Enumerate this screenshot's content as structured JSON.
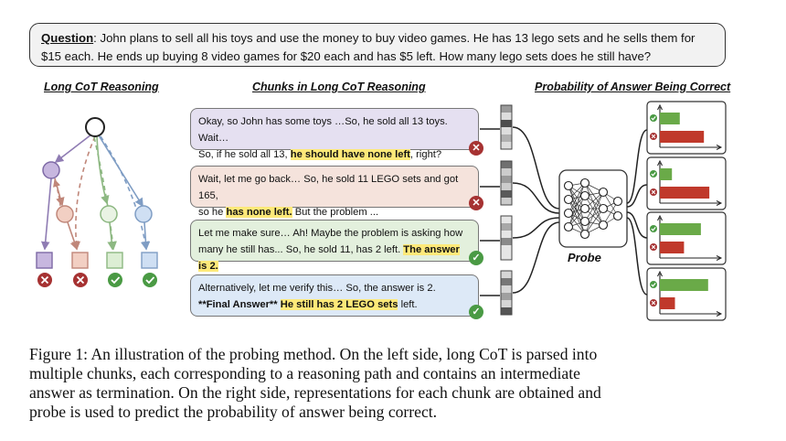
{
  "question": {
    "label": "Question",
    "line1": "John plans to sell all his toys and use the money to buy video games. He has 13 lego sets and he sells them for",
    "line2": "$15 each. He ends up buying 8 video games for $20 each and has $5 left. How many lego sets does he still have?"
  },
  "sections": {
    "left_title": "Long CoT Reasoning",
    "middle_title": "Chunks in Long CoT Reasoning",
    "right_title": "Probability of Answer Being Correct"
  },
  "chunks": [
    {
      "line1": "Okay, so John has some toys …So, he sold all 13 toys. Wait…",
      "line2_pre": "So, if he sold all 13, ",
      "line2_hl": "he should have none left",
      "line2_post": ", right?",
      "correct": false
    },
    {
      "line1": "Wait, let me go back… So, he sold 11 LEGO sets and got 165,",
      "line2_pre": "so he ",
      "line2_hl": "has none left.",
      "line2_post": " But the problem ...",
      "correct": false
    },
    {
      "line1": "Let me make sure… Ah! Maybe the problem is asking how",
      "line2_pre": "many he still has... So, he sold 11, has 2 left. ",
      "line2_hl": "The answer is 2.",
      "line2_post": "",
      "correct": true
    },
    {
      "line1": "Alternatively, let me verify this… So, the answer is 2.",
      "line2_bold": "**Final Answer** ",
      "line2_hl": "He still has 2 LEGO sets",
      "line2_post": " left.",
      "correct": true
    }
  ],
  "probe": {
    "label": "Probe"
  },
  "probabilities": [
    {
      "correct": 0.33,
      "wrong": 0.73
    },
    {
      "correct": 0.2,
      "wrong": 0.82
    },
    {
      "correct": 0.68,
      "wrong": 0.4
    },
    {
      "correct": 0.8,
      "wrong": 0.25
    }
  ],
  "tree": {
    "leaves": [
      {
        "color": "#c7b7df",
        "stroke": "#7e6aa6",
        "correct": false
      },
      {
        "color": "#f2cfc3",
        "stroke": "#c0877a",
        "correct": false
      },
      {
        "color": "#dceed4",
        "stroke": "#8db882",
        "correct": true
      },
      {
        "color": "#cfdff3",
        "stroke": "#7f9dc4",
        "correct": true
      }
    ]
  },
  "colors": {
    "correct_green": "#4a9a44",
    "wrong_red": "#a63232",
    "bar_green": "#6aaa48",
    "bar_red": "#c0392b"
  },
  "caption": {
    "line1": "Figure 1: An illustration of the probing method. On the left side, long CoT is parsed into",
    "line2": "multiple chunks, each corresponding to a reasoning path and contains an intermediate",
    "line3": "answer as termination. On the right side, representations for each chunk are obtained and",
    "line4": "probe is used to predict the probability of answer being correct."
  }
}
